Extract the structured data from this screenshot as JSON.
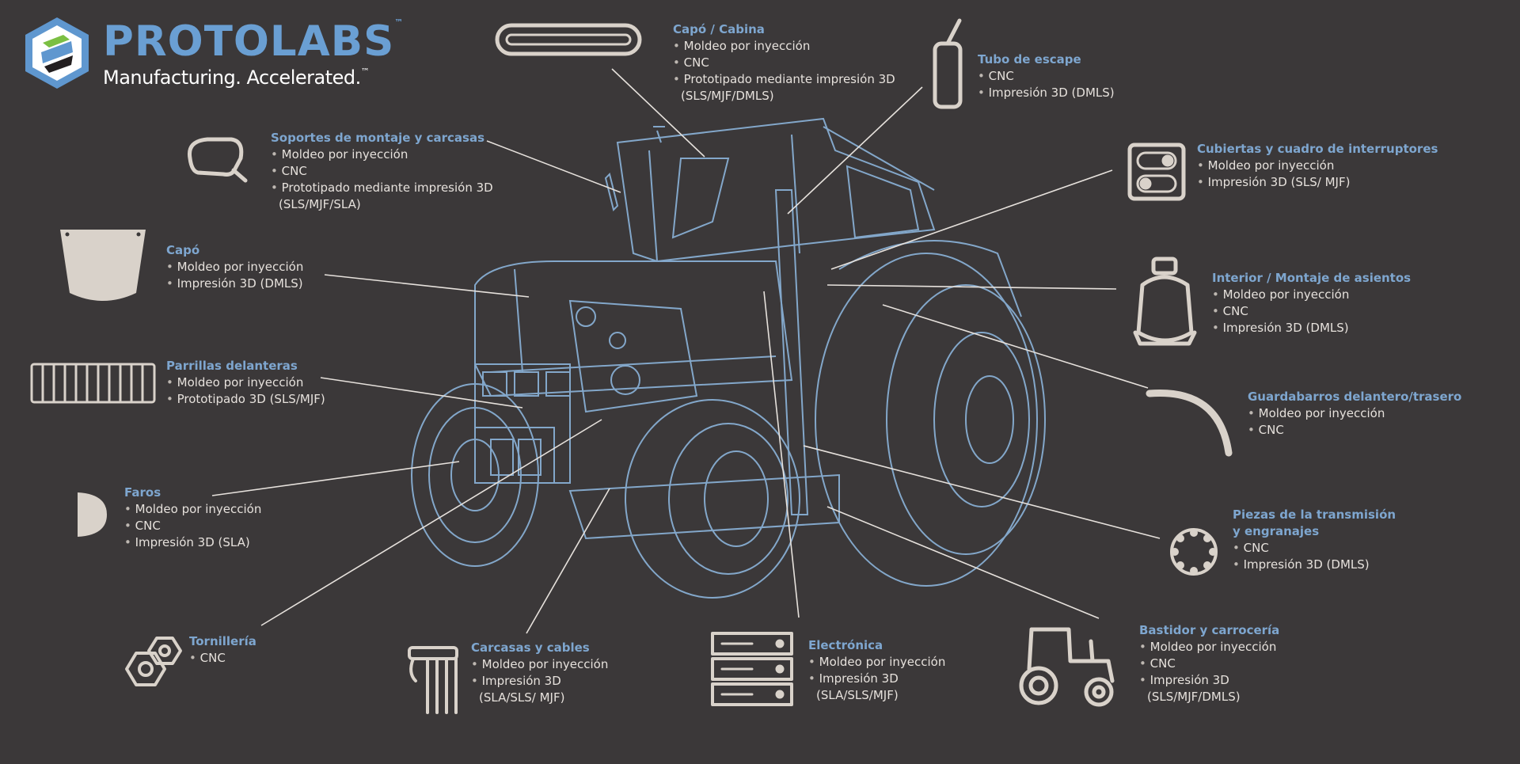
{
  "logo": {
    "wordmark": "PROTOLABS",
    "tagline": "Manufacturing. Accelerated.",
    "mark": "™"
  },
  "colors": {
    "background": "#3b3839",
    "title": "#7ea6cf",
    "text": "#e6e1dc",
    "icon": "#d9d2ca",
    "tractor": "#8bb4da",
    "brand_blue": "#6a9fd3"
  },
  "callouts": [
    {
      "id": "capo-cabina",
      "title": "Capó / Cabina",
      "items": [
        "Moldeo por inyección",
        "CNC",
        "Prototipado mediante impresión 3D",
        "(SLS/MJF/DMLS)"
      ],
      "icon": "bar-icon"
    },
    {
      "id": "tubo-escape",
      "title": "Tubo de escape",
      "items": [
        "CNC",
        "Impresión 3D (DMLS)"
      ],
      "icon": "exhaust-pipe-icon"
    },
    {
      "id": "soportes",
      "title": "Soportes de montaje y carcasas",
      "items": [
        "Moldeo por inyección",
        "CNC",
        "Prototipado mediante impresión 3D",
        "(SLS/MJF/SLA)"
      ],
      "icon": "mirror-icon"
    },
    {
      "id": "cubiertas",
      "title": "Cubiertas y cuadro de interruptores",
      "items": [
        "Moldeo por inyección",
        "Impresión 3D (SLS/ MJF)"
      ],
      "icon": "switch-panel-icon"
    },
    {
      "id": "capo",
      "title": "Capó",
      "items": [
        "Moldeo por inyección",
        "Impresión 3D (DMLS)"
      ],
      "icon": "hood-icon"
    },
    {
      "id": "interior",
      "title": "Interior / Montaje de asientos",
      "items": [
        "Moldeo por inyección",
        "CNC",
        "Impresión 3D (DMLS)"
      ],
      "icon": "seat-icon"
    },
    {
      "id": "parrillas",
      "title": "Parrillas delanteras",
      "items": [
        "Moldeo por inyección",
        "Prototipado 3D (SLS/MJF)"
      ],
      "icon": "grille-icon"
    },
    {
      "id": "guardabarros",
      "title": "Guardabarros delantero/trasero",
      "items": [
        "Moldeo por inyección",
        "CNC"
      ],
      "icon": "fender-icon"
    },
    {
      "id": "faros",
      "title": "Faros",
      "items": [
        "Moldeo por inyección",
        "CNC",
        "Impresión 3D (SLA)"
      ],
      "icon": "headlight-icon"
    },
    {
      "id": "transmision",
      "title": "Piezas de la transmisión",
      "title2": "y engranajes",
      "items": [
        "CNC",
        "Impresión 3D (DMLS)"
      ],
      "icon": "gasket-icon"
    },
    {
      "id": "tornilleria",
      "title": "Tornillería",
      "items": [
        "CNC"
      ],
      "icon": "nuts-icon"
    },
    {
      "id": "carcasas-cables",
      "title": "Carcasas y cables",
      "items": [
        "Moldeo por inyección",
        "Impresión 3D",
        "(SLA/SLS/ MJF)"
      ],
      "icon": "cables-icon"
    },
    {
      "id": "electronica",
      "title": "Electrónica",
      "items": [
        "Moldeo por inyección",
        "Impresión 3D",
        "(SLA/SLS/MJF)"
      ],
      "icon": "server-rack-icon"
    },
    {
      "id": "bastidor",
      "title": "Bastidor y carrocería",
      "items": [
        "Moldeo por inyección",
        "CNC",
        "Impresión 3D",
        "(SLS/MJF/DMLS)"
      ],
      "icon": "tractor-icon"
    }
  ]
}
